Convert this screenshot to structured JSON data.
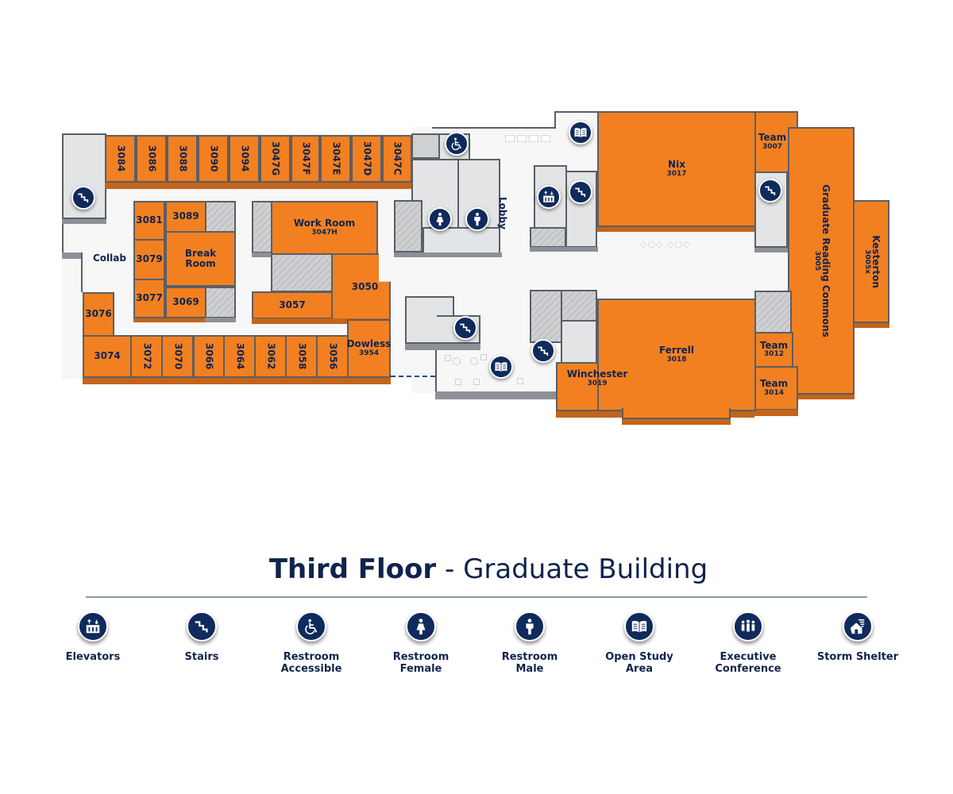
{
  "title": {
    "bold": "Third Floor",
    "separator": " - ",
    "rest": "Graduate Building"
  },
  "colors": {
    "room": "#f28021",
    "icon_bg": "#0f2a5c",
    "text": "#10234e",
    "circulation": "#f7f7f8",
    "service": "#e3e4e6"
  },
  "rooms": {
    "r3084": "3084",
    "r3086": "3086",
    "r3088": "3088",
    "r3090": "3090",
    "r3094": "3094",
    "r3047G": "3047G",
    "r3047F": "3047F",
    "r3047E": "3047E",
    "r3047D": "3047D",
    "r3047C": "3047C",
    "r3081": "3081",
    "r3089": "3089",
    "r3079": "3079",
    "r3077": "3077",
    "r3069": "3069",
    "break_room": "Break Room",
    "work_room": {
      "name": "Work Room",
      "number": "3047H"
    },
    "r3057": "3057",
    "r3050": "3050",
    "r3076": "3076",
    "r3074": "3074",
    "r3072": "3072",
    "r3070": "3070",
    "r3066": "3066",
    "r3064": "3064",
    "r3062": "3062",
    "r3058": "3058",
    "r3056": "3056",
    "dowless": {
      "name": "Dowless",
      "number": "3954"
    },
    "nix": {
      "name": "Nix",
      "number": "3017"
    },
    "team3007": {
      "name": "Team",
      "number": "3007"
    },
    "ferrell": {
      "name": "Ferrell",
      "number": "3018"
    },
    "winchester": {
      "name": "Winchester",
      "number": "3019"
    },
    "team3012": {
      "name": "Team",
      "number": "3012"
    },
    "team3014": {
      "name": "Team",
      "number": "3014"
    },
    "grad_commons": {
      "name": "Graduate Reading Commons",
      "number": "3005"
    },
    "kesterton": {
      "name": "Kesterton",
      "number": "3005x"
    }
  },
  "areas": {
    "collab": "Collab",
    "lobby": "Lobby"
  },
  "legend": [
    {
      "icon": "elevator-icon",
      "label": "Elevators"
    },
    {
      "icon": "stairs-icon",
      "label": "Stairs"
    },
    {
      "icon": "wheelchair-icon",
      "label": "Restroom Accessible"
    },
    {
      "icon": "female-icon",
      "label": "Restroom Female"
    },
    {
      "icon": "male-icon",
      "label": "Restroom Male"
    },
    {
      "icon": "open-book-icon",
      "label": "Open Study Area"
    },
    {
      "icon": "conference-icon",
      "label": "Executive Conference"
    },
    {
      "icon": "storm-shelter-icon",
      "label": "Storm Shelter"
    }
  ]
}
